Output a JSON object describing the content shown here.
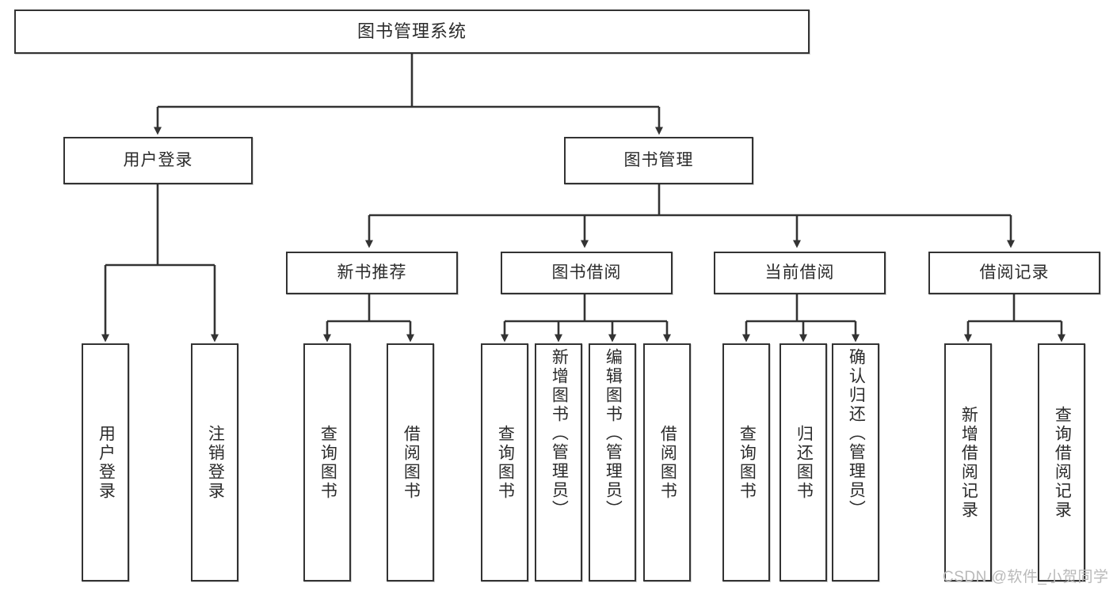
{
  "diagram": {
    "type": "hierarchy-tree",
    "title": "图书管理系统",
    "watermark": "CSDN @软件_小贺同学",
    "colors": {
      "stroke": "#333333",
      "background": "#ffffff",
      "text": "#2b2b2b",
      "watermark": "#b9b9b9"
    },
    "levels": {
      "level1_label": "图书管理系统",
      "level2": [
        "用户登录",
        "图书管理"
      ],
      "level3": [
        "新书推荐",
        "图书借阅",
        "当前借阅",
        "借阅记录"
      ]
    },
    "nodes": {
      "root": "图书管理系统",
      "user_login": "用户登录",
      "book_manage": "图书管理",
      "new_book_rec": "新书推荐",
      "book_borrow": "图书借阅",
      "current_borrow": "当前借阅",
      "borrow_record": "借阅记录",
      "leaf_user_login": "用户登录",
      "leaf_user_logout": "注销登录",
      "leaf_query_book_1": "查询图书",
      "leaf_borrow_book_1": "借阅图书",
      "leaf_query_book_2": "查询图书",
      "leaf_add_book": "新增图书（管理员）",
      "leaf_edit_book": "编辑图书（管理员）",
      "leaf_borrow_book_2": "借阅图书",
      "leaf_query_book_3": "查询图书",
      "leaf_return_book": "归还图书",
      "leaf_confirm_return": "确认归还（管理员）",
      "leaf_add_record": "新增借阅记录",
      "leaf_query_record": "查询借阅记录"
    },
    "tree": [
      {
        "label": "图书管理系统",
        "children": [
          {
            "label": "用户登录",
            "children": [
              {
                "label": "用户登录"
              },
              {
                "label": "注销登录"
              }
            ]
          },
          {
            "label": "图书管理",
            "children": [
              {
                "label": "新书推荐",
                "children": [
                  {
                    "label": "查询图书"
                  },
                  {
                    "label": "借阅图书"
                  }
                ]
              },
              {
                "label": "图书借阅",
                "children": [
                  {
                    "label": "查询图书"
                  },
                  {
                    "label": "新增图书（管理员）"
                  },
                  {
                    "label": "编辑图书（管理员）"
                  },
                  {
                    "label": "借阅图书"
                  }
                ]
              },
              {
                "label": "当前借阅",
                "children": [
                  {
                    "label": "查询图书"
                  },
                  {
                    "label": "归还图书"
                  },
                  {
                    "label": "确认归还（管理员）"
                  }
                ]
              },
              {
                "label": "借阅记录",
                "children": [
                  {
                    "label": "新增借阅记录"
                  },
                  {
                    "label": "查询借阅记录"
                  }
                ]
              }
            ]
          }
        ]
      }
    ]
  }
}
